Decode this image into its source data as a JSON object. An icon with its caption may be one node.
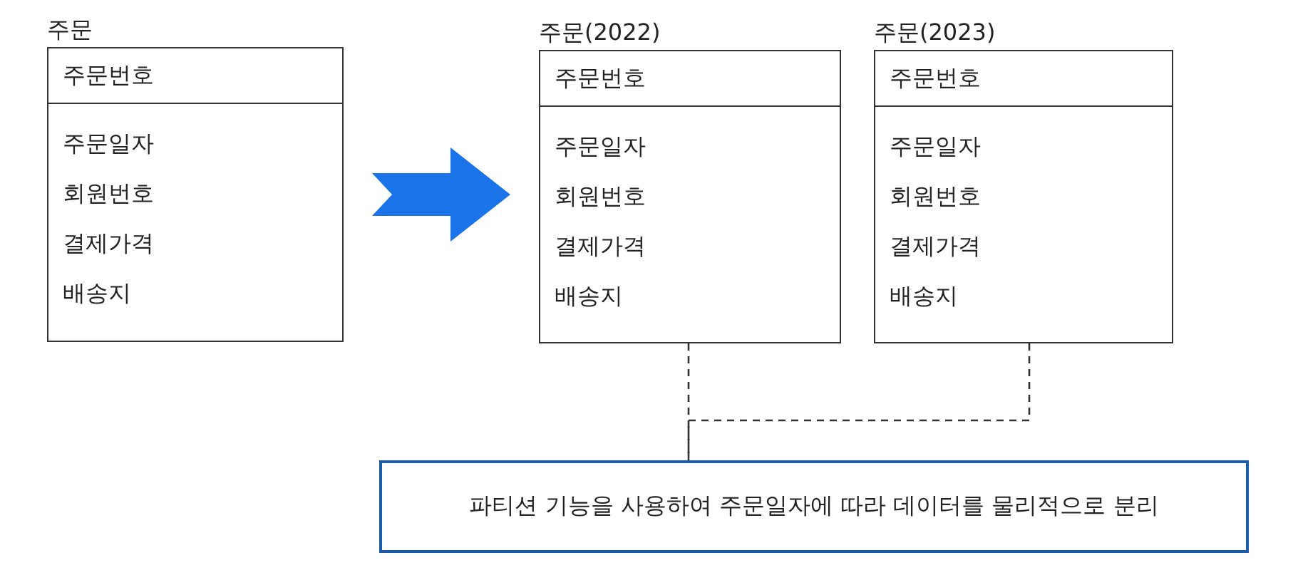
{
  "diagram": {
    "nodes": [
      {
        "text": [
          "주문",
          "주문번호",
          "주문일자",
          "회원번호",
          "결제가격",
          "배송지"
        ]
      },
      {
        "text": [
          "주문(2022)",
          "주문번호",
          "주문일자",
          "회원번호",
          "결제가격",
          "배송지"
        ]
      },
      {
        "text": [
          "주문(2023)",
          "주문번호",
          "주문일자",
          "회원번호",
          "결제가격",
          "배송지"
        ]
      },
      {
        "text": [
          "파티션 기능을 사용하여 주문일자에 따라 데이터를 물리적으로 분리"
        ]
      }
    ],
    "edges": [
      {
        "from": 0,
        "to": 1,
        "arrow": "to",
        "style": "thick",
        "color": "#1a73e8"
      },
      {
        "from": 1,
        "to": 3,
        "arrow": "none",
        "style": "dashed"
      },
      {
        "from": 2,
        "to": 3,
        "arrow": "none",
        "style": "dashed"
      }
    ]
  }
}
